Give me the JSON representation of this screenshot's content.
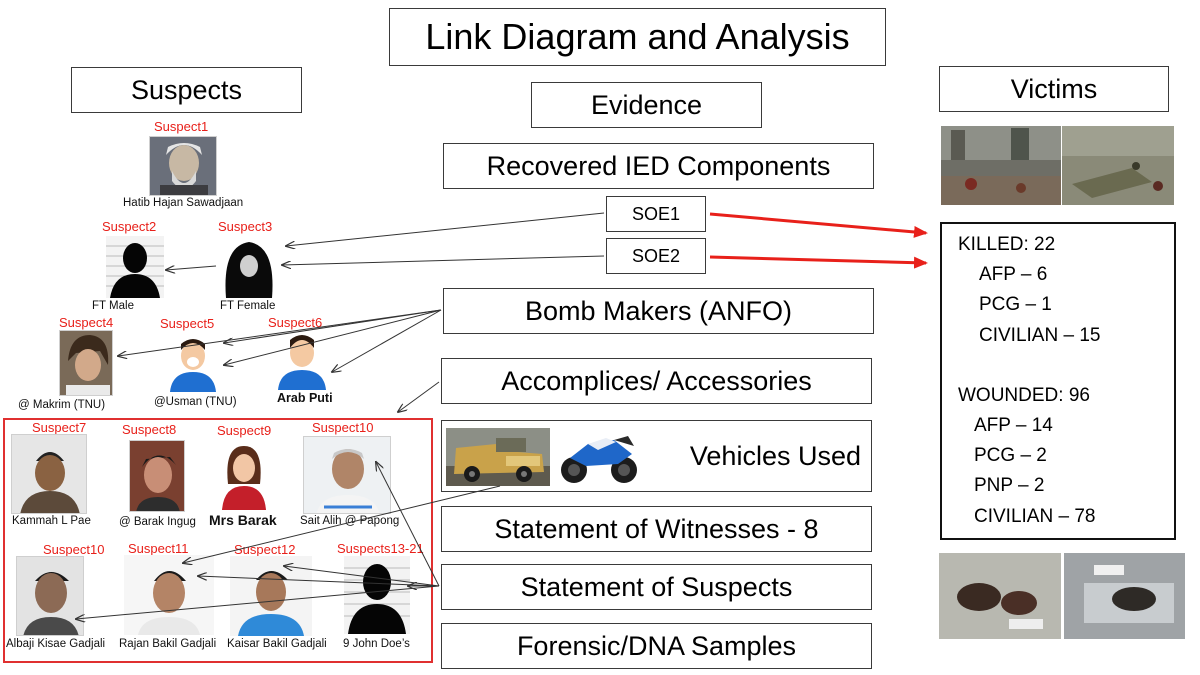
{
  "title": "Link Diagram and Analysis",
  "headers": {
    "suspects": "Suspects",
    "evidence": "Evidence",
    "victims": "Victims"
  },
  "evidence": {
    "ied": "Recovered  IED Components",
    "soe1": "SOE1",
    "soe2": "SOE2",
    "bomb_makers": "Bomb Makers (ANFO)",
    "accomplices": "Accomplices/ Accessories",
    "vehicles": "Vehicles Used",
    "witnesses": "Statement of Witnesses - 8",
    "suspect_statements": "Statement of Suspects",
    "forensic": "Forensic/DNA Samples"
  },
  "suspects": {
    "s1": {
      "tag": "Suspect1",
      "name": "Hatib Hajan Sawadjaan"
    },
    "s2": {
      "tag": "Suspect2",
      "name": "FT Male"
    },
    "s3": {
      "tag": "Suspect3",
      "name": "FT Female"
    },
    "s4": {
      "tag": "Suspect4",
      "name": "@ Makrim (TNU)"
    },
    "s5": {
      "tag": "Suspect5",
      "name": "@Usman (TNU)"
    },
    "s6": {
      "tag": "Suspect6",
      "name": "Arab Puti"
    },
    "s7": {
      "tag": "Suspect7",
      "name": "Kammah L Pae"
    },
    "s8": {
      "tag": "Suspect8",
      "name": "@ Barak Ingug"
    },
    "s9": {
      "tag": "Suspect9",
      "name": "Mrs Barak"
    },
    "s10a": {
      "tag": "Suspect10",
      "name": "Sait Alih @ Papong"
    },
    "s10b": {
      "tag": "Suspect10",
      "name": "Albaji Kisae Gadjali"
    },
    "s11": {
      "tag": "Suspect11",
      "name": "Rajan Bakil Gadjali"
    },
    "s12": {
      "tag": "Suspect12",
      "name": "Kaisar Bakil  Gadjali"
    },
    "s13": {
      "tag": "Suspects13-21",
      "name": "9 John Doe’s"
    }
  },
  "victims": {
    "killed": "KILLED: 22",
    "k_afp": "AFP – 6",
    "k_pcg": "PCG – 1",
    "k_civ": "CIVILIAN – 15",
    "wounded": "WOUNDED: 96",
    "w_afp": "AFP – 14",
    "w_pcg": "PCG – 2",
    "w_pnp": "PNP – 2",
    "w_civ": "CIVILIAN – 78"
  },
  "chart_data": {
    "type": "diagram",
    "counts": {
      "killed": 22,
      "wounded": 96,
      "witness_statements": 8
    },
    "killed_breakdown": {
      "AFP": 6,
      "PCG": 1,
      "CIVILIAN": 15
    },
    "wounded_breakdown": {
      "AFP": 14,
      "PCG": 2,
      "PNP": 2,
      "CIVILIAN": 78
    }
  },
  "colors": {
    "label_red": "#e8201a",
    "arrow_red": "#e8201a",
    "group_border": "#e03030"
  }
}
